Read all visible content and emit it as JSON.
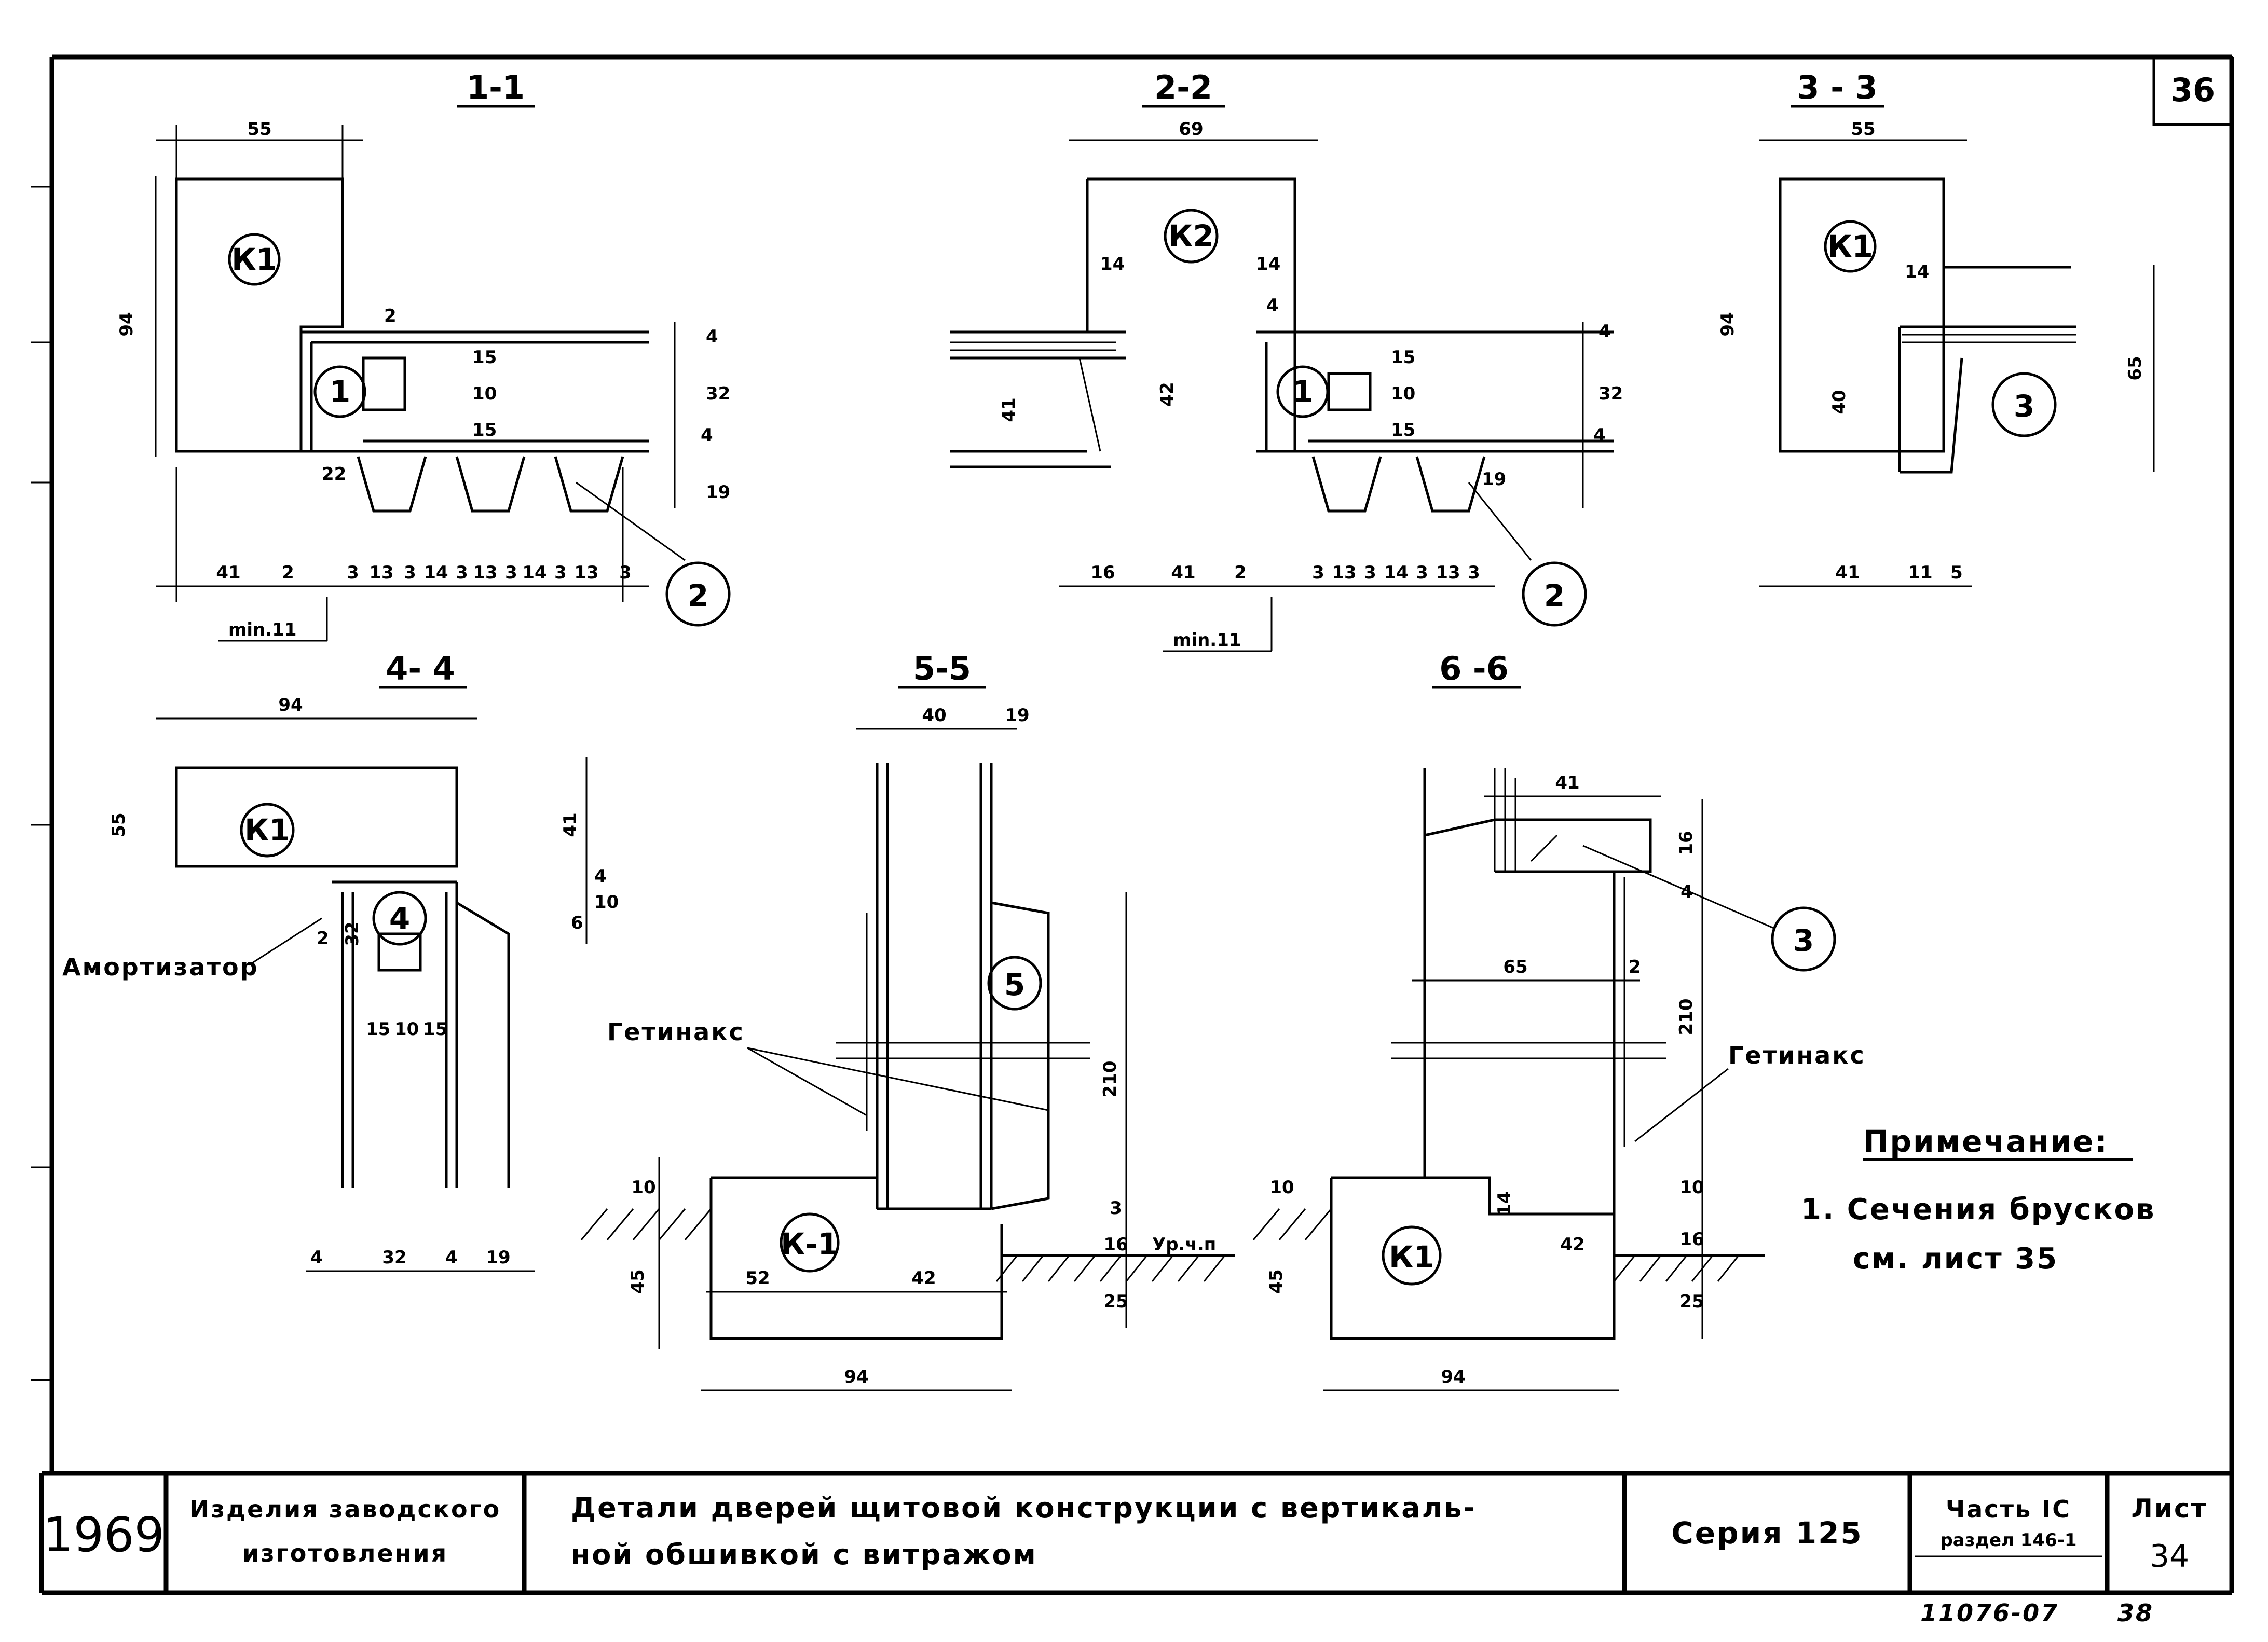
{
  "sheet": {
    "corner_number": "36",
    "sections": [
      {
        "id": "s11",
        "title": "1-1"
      },
      {
        "id": "s22",
        "title": "2-2"
      },
      {
        "id": "s33",
        "title": "3 - 3"
      },
      {
        "id": "s44",
        "title": "4- 4"
      },
      {
        "id": "s55",
        "title": "5-5"
      },
      {
        "id": "s66",
        "title": "6 -6"
      }
    ],
    "callouts": [
      "1",
      "2",
      "3",
      "4",
      "5"
    ],
    "labels": {
      "k1": "К1",
      "k2": "К2",
      "k_1": "К-1",
      "amortizator": "Амортизатор",
      "getinaks": "Гетинакс",
      "min11": "min.11",
      "ur_chp": "Ур.ч.п"
    },
    "dims": {
      "s11": {
        "top": "55",
        "left": "94",
        "a": "2",
        "b": "15",
        "c": "10",
        "d": "15",
        "e": "4",
        "f": "32",
        "g": "4",
        "h": "19",
        "i": "22",
        "bottom": [
          "41",
          "2",
          "3",
          "13",
          "3",
          "14",
          "3",
          "13",
          "3",
          "14",
          "3",
          "13",
          "3"
        ],
        "k": "4"
      },
      "s22": {
        "top": "69",
        "a": "14",
        "b": "14",
        "c": "4",
        "d": "42",
        "e": "41",
        "f": "15",
        "g": "10",
        "h": "15",
        "i": "4",
        "j": "32",
        "k": "4",
        "l": "19",
        "bottom": [
          "16",
          "41",
          "2",
          "3",
          "13",
          "3",
          "14",
          "3",
          "13",
          "3"
        ]
      },
      "s33": {
        "top": "55",
        "left": "94",
        "a": "14",
        "b": "40",
        "right": "65",
        "bottom": [
          "41",
          "11",
          "5"
        ]
      },
      "s44": {
        "top": "94",
        "left": "55",
        "a": "41",
        "b": "4",
        "c": "10",
        "d": "6",
        "e": "32",
        "f": "2",
        "g": "15",
        "h": "10",
        "i": "15",
        "bottom": [
          "4",
          "32",
          "4",
          "19"
        ]
      },
      "s55": {
        "top_a": "40",
        "top_b": "19",
        "h": "210",
        "a": "10",
        "b": "45",
        "c": "52",
        "d": "42",
        "e": "3",
        "f": "16",
        "g": "25",
        "bottom": "94"
      },
      "s66": {
        "a": "41",
        "b": "16",
        "c": "4",
        "d": "65",
        "e": "2",
        "h": "210",
        "f": "10",
        "g": "45",
        "i": "14",
        "j": "42",
        "k": "10",
        "l": "16",
        "m": "25",
        "bottom": "94"
      }
    },
    "note": {
      "title": "Примечание:",
      "line1": "1. Сечения брусков",
      "line2": "см. лист 35"
    },
    "stamp": {
      "year": "1969",
      "category_line1": "Изделия заводского",
      "category_line2": "изготовления",
      "title_line1": "Детали дверей щитовой конструкции с вертикаль-",
      "title_line2": "ной обшивкой с витражом",
      "series": "Серия 125",
      "part_line1": "Часть IС",
      "part_line2": "раздел 146-1",
      "sheet_label": "Лист",
      "sheet_number": "34"
    },
    "bottom_code": "11076-07",
    "bottom_num": "38"
  }
}
